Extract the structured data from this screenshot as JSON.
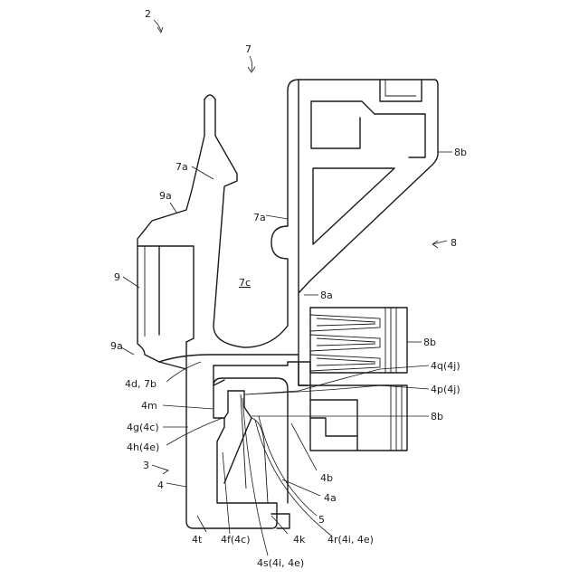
{
  "labels": {
    "l_2": "2",
    "l_7": "7",
    "l_7a_top": "7a",
    "l_7a_mid": "7a",
    "l_9a_top": "9a",
    "l_9": "9",
    "l_7c": "7c",
    "l_8a": "8a",
    "l_8b_top": "8b",
    "l_8": "8",
    "l_8b_mid": "8b",
    "l_9a_bot": "9a",
    "l_4d7b": "4d, 7b",
    "l_4q": "4q(4j)",
    "l_4m": "4m",
    "l_4p": "4p(4j)",
    "l_8b_bot": "8b",
    "l_4g": "4g(4c)",
    "l_4h": "4h(4e)",
    "l_3": "3",
    "l_4b": "4b",
    "l_4": "4",
    "l_4a": "4a",
    "l_5": "5",
    "l_4t": "4t",
    "l_4f": "4f(4c)",
    "l_4k": "4k",
    "l_4r": "4r(4i, 4e)",
    "l_4s": "4s(4i, 4e)"
  }
}
